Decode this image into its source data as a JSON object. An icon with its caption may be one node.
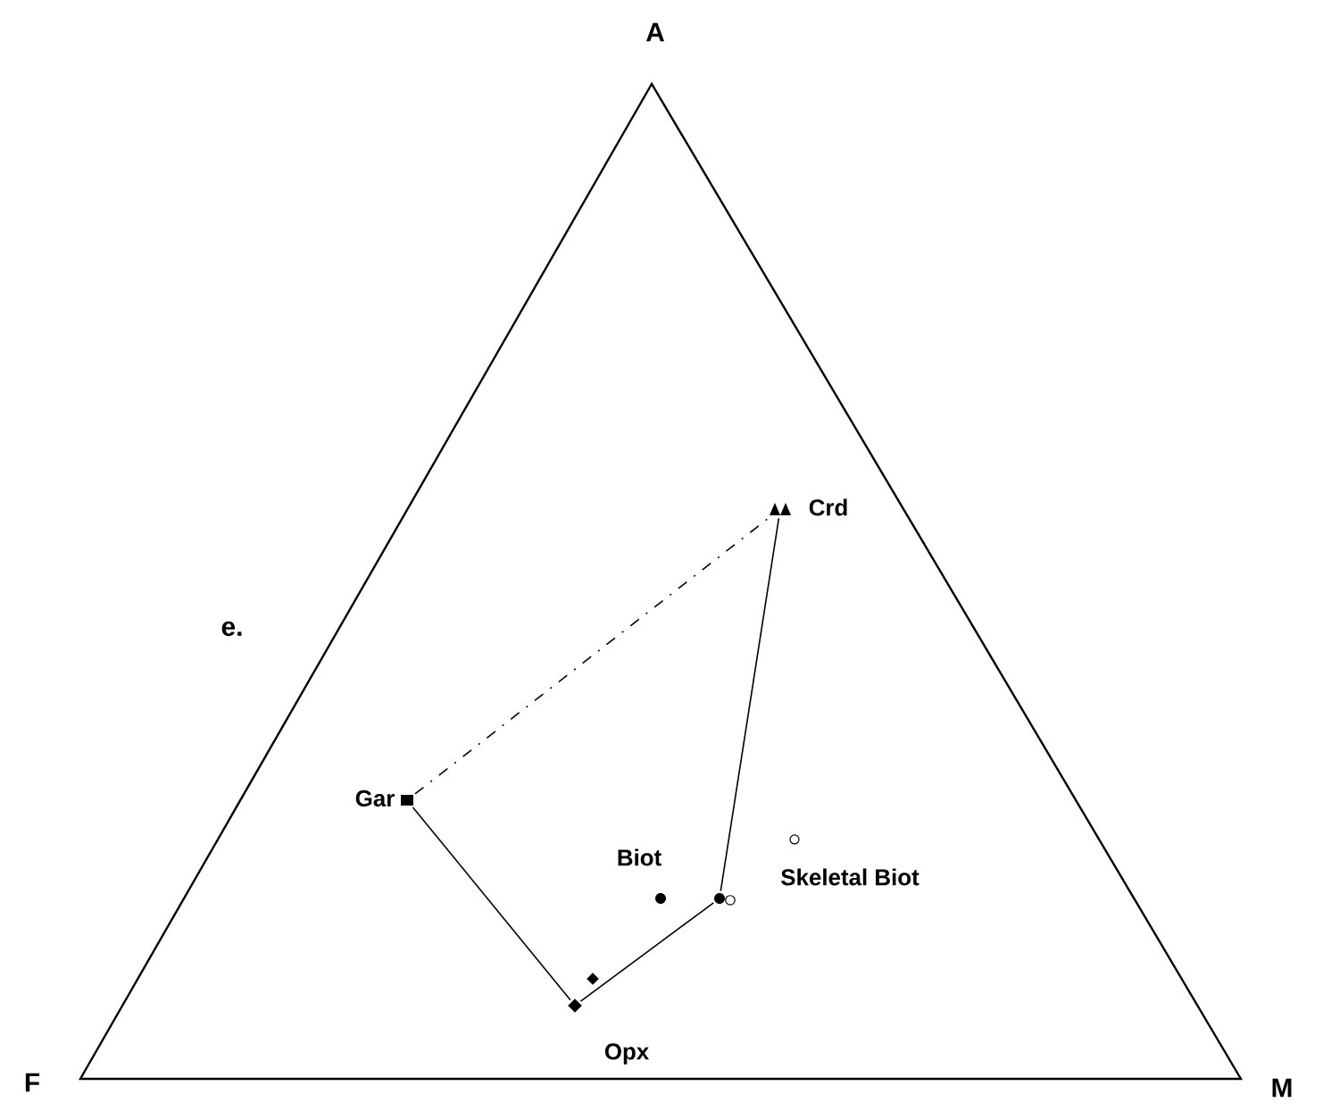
{
  "diagram": {
    "nodes": [
      {
        "text": [
          "Gar"
        ]
      },
      {
        "text": [
          "Crd"
        ]
      },
      {
        "text": [
          "Biot"
        ]
      },
      {
        "text": [],
        "shape": "circle"
      },
      {
        "text": [
          "Skeletal Biot"
        ]
      },
      {
        "text": [
          "Opx"
        ]
      }
    ],
    "edges": [
      {
        "from": 0,
        "to": 1,
        "arrow": "none",
        "style": "dashed"
      },
      {
        "from": 1,
        "to": 3,
        "arrow": "none"
      },
      {
        "from": 3,
        "to": 5,
        "arrow": "none"
      },
      {
        "from": 5,
        "to": 0,
        "arrow": "none"
      }
    ],
    "labels": [
      "A",
      "e.",
      "F",
      "M"
    ]
  }
}
